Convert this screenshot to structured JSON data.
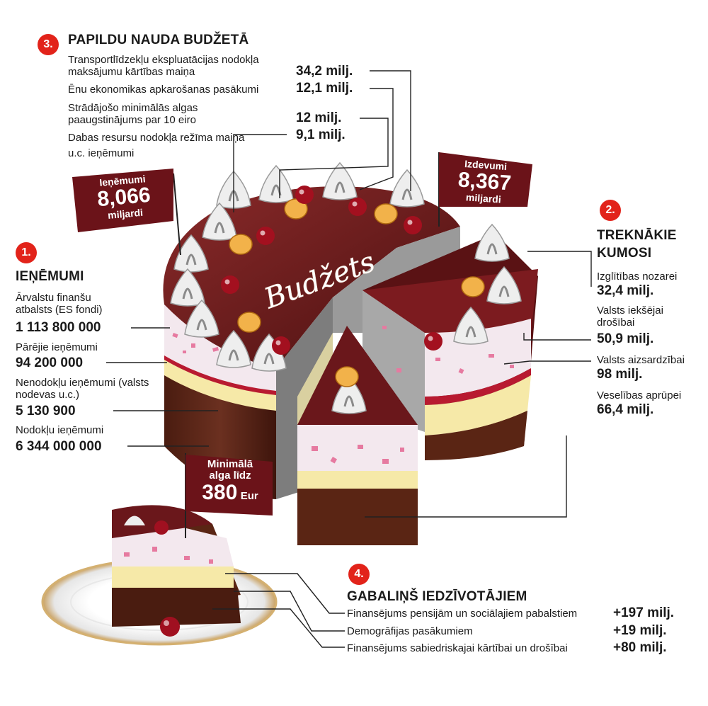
{
  "section1": {
    "number": "1.",
    "title": "IEŅĒMUMI",
    "items": [
      {
        "label": "Ārvalstu finanšu atbalsts (ES fondi)",
        "value": "1 113 800 000"
      },
      {
        "label": "Pārējie ieņēmumi",
        "value": "94 200 000"
      },
      {
        "label": "Nenodokļu ieņēmumi (valsts nodevas u.c.)",
        "value": "5 130 900"
      },
      {
        "label": "Nodokļu ieņēmumi",
        "value": "6 344 000 000"
      }
    ]
  },
  "section2": {
    "number": "2.",
    "title": "TREKNĀKIE KUMOSI",
    "items": [
      {
        "label": "Izglītības nozarei",
        "value": "32,4 milj."
      },
      {
        "label": "Valsts iekšējai drošībai",
        "value": "50,9 milj."
      },
      {
        "label": "Valsts aizsardzībai",
        "value": "98 milj."
      },
      {
        "label": "Veselības aprūpei",
        "value": "66,4 milj."
      }
    ]
  },
  "section3": {
    "number": "3.",
    "title": "PAPILDU NAUDA BUDŽETĀ",
    "items": [
      {
        "label": "Transportlīdzekļu ekspluatācijas nodokļa maksājumu kārtības maiņa",
        "value": "34,2 milj."
      },
      {
        "label": "Ēnu ekonomikas apkarošanas pasākumi",
        "value": "12,1 milj."
      },
      {
        "label": "Strādājošo minimālās algas paaugstinājums par 10 eiro",
        "value": "12 milj."
      },
      {
        "label": "Dabas resursu nodokļa režīma maiņa",
        "value": "9,1 milj."
      },
      {
        "label": "u.c. ieņēmumi",
        "value": ""
      }
    ]
  },
  "section4": {
    "number": "4.",
    "title": "GABALIŅŠ IEDZĪVOTĀJIEM",
    "items": [
      {
        "label": "Finansējums pensijām un sociālajiem pabalstiem",
        "value": "+197 milj."
      },
      {
        "label": "Demogrāfijas pasākumiem",
        "value": "+19 milj."
      },
      {
        "label": "Finansējums sabiedriskajai kārtībai un drošībai",
        "value": "+80 milj."
      }
    ]
  },
  "flags": {
    "revenue": {
      "line1": "Ieņēmumi",
      "line2": "8,066",
      "line3": "miljardi"
    },
    "expense": {
      "line1": "Izdevumi",
      "line2": "8,367",
      "line3": "miljardi"
    },
    "wage": {
      "line1": "Minimālā",
      "line2": "alga līdz",
      "line3": "380",
      "line4": "Eur"
    }
  },
  "cake_text": "Budžets",
  "colors": {
    "accent": "#e2231a",
    "chocolate": "#5a1a1a",
    "flag": "#6b1319"
  }
}
